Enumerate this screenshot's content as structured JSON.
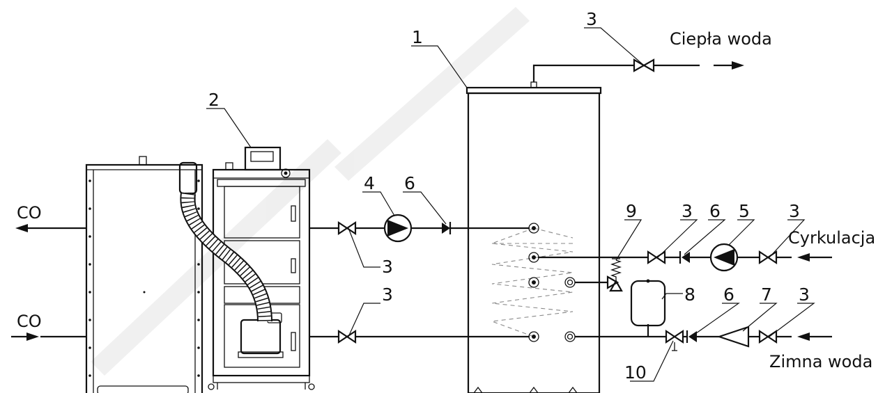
{
  "labels": {
    "hot_water": "Ciepła woda",
    "circulation": "Cyrkulacja",
    "cold_water": "Zimna woda",
    "co_supply": "CO",
    "co_return": "CO"
  },
  "numbers": {
    "n1": "1",
    "n2": "2",
    "n3_hot": "3",
    "n4": "4",
    "n6_boiler": "6",
    "n3_boiler_top": "3",
    "n3_boiler_bottom": "3",
    "n9": "9",
    "n3_circ_a": "3",
    "n6_circ": "6",
    "n5": "5",
    "n3_circ_b": "3",
    "n8": "8",
    "n6_cold": "6",
    "n7": "7",
    "n3_cold": "3",
    "n10": "10"
  }
}
